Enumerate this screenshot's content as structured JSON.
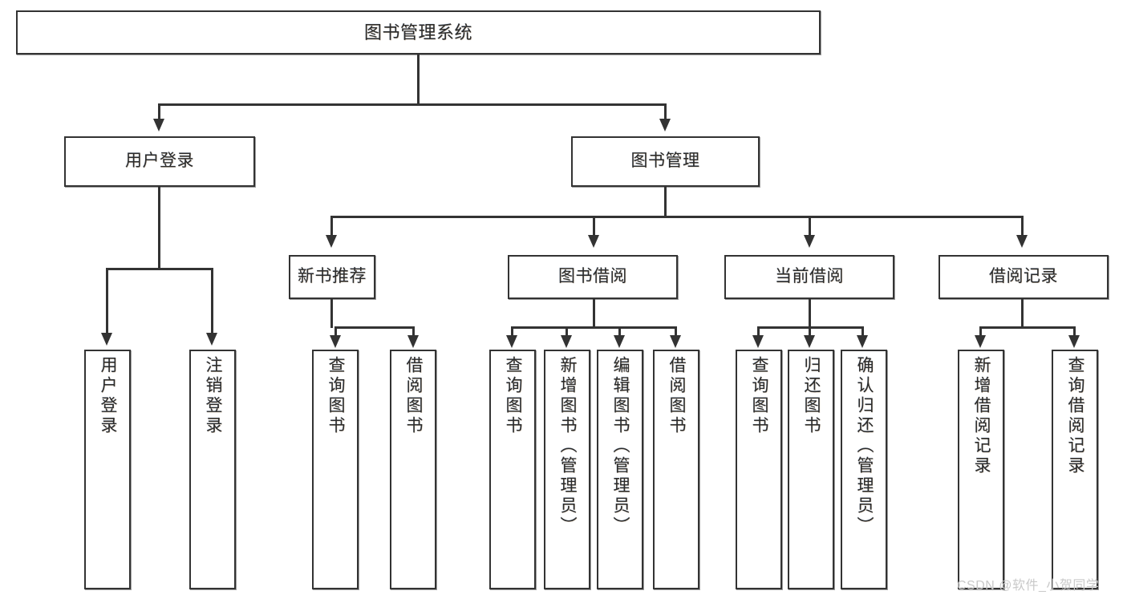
{
  "diagram": {
    "title": "图书管理系统",
    "root": {
      "label": "图书管理系统"
    },
    "level1": [
      {
        "label": "用户登录"
      },
      {
        "label": "图书管理"
      }
    ],
    "level2": [
      {
        "label": "新书推荐"
      },
      {
        "label": "图书借阅"
      },
      {
        "label": "当前借阅"
      },
      {
        "label": "借阅记录"
      }
    ],
    "leaves": {
      "user_login": [
        {
          "label": "用户登录"
        },
        {
          "label": "注销登录"
        }
      ],
      "new_book_recommend": [
        {
          "label": "查询图书"
        },
        {
          "label": "借阅图书"
        }
      ],
      "book_borrow": [
        {
          "label": "查询图书"
        },
        {
          "label": "新增图书（管理员）"
        },
        {
          "label": "编辑图书（管理员）"
        },
        {
          "label": "借阅图书"
        }
      ],
      "current_borrow": [
        {
          "label": "查询图书"
        },
        {
          "label": "归还图书"
        },
        {
          "label": "确认归还（管理员）"
        }
      ],
      "borrow_record": [
        {
          "label": "新增借阅记录"
        },
        {
          "label": "查询借阅记录"
        }
      ]
    }
  },
  "watermark": {
    "text": "CSDN @软件_小贺同学"
  },
  "colors": {
    "border": "#333333",
    "background": "#ffffff",
    "text": "#2b2b2b",
    "watermark": "#c9c9c9"
  }
}
